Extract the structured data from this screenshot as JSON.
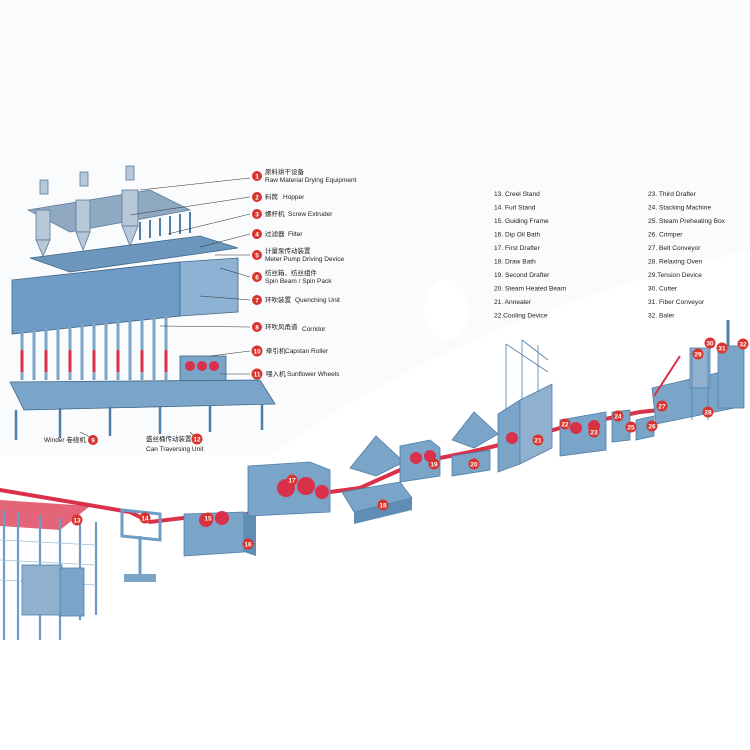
{
  "colors": {
    "machine_blue": "#7aa5c9",
    "machine_blue_dark": "#4f7ea8",
    "machine_blue_light": "#a9c7df",
    "tow_red": "#d9314a",
    "badge_red": "#d8332e",
    "inset_bg": "#ffffff",
    "curve_fill": "#eef3f8"
  },
  "callouts_top": [
    {
      "num": "1",
      "zh": "原料烘干设备",
      "en": "Raw Material Drying Equipment"
    },
    {
      "num": "2",
      "zh": "料筒",
      "en": "Hopper"
    },
    {
      "num": "3",
      "zh": "螺杆机",
      "en": "Screw Extruder"
    },
    {
      "num": "4",
      "zh": "过滤器",
      "en": "Filter"
    },
    {
      "num": "5",
      "zh": "计量泵传动装置",
      "en": "Meter Pump Driving Device"
    },
    {
      "num": "6",
      "zh": "纺丝箱、纺丝组件",
      "en": "Spin Beam / Spin Pack"
    },
    {
      "num": "7",
      "zh": "环吹装置",
      "en": "Quenching Unit"
    },
    {
      "num": "8",
      "zh": "环吹风甬道",
      "en": "Corridor"
    },
    {
      "num": "10",
      "zh": "牵引机",
      "en": "Capstan Roller"
    },
    {
      "num": "11",
      "zh": "喂入机",
      "en": "Sunflower Wheels"
    }
  ],
  "callouts_bottom": [
    {
      "num": "9",
      "label": "Winder 卷绕机"
    },
    {
      "num": "12",
      "zh": "盛丝桶传动装置",
      "en": "Can Traversing Unit"
    }
  ],
  "legend_col1": [
    "13. Creel Stand",
    "14. Furl Stand",
    "15. Guiding Frame",
    "16. Dip Oil Bath",
    "17. First Drafter",
    "18. Draw Bath",
    "19. Second Drafter",
    "20. Steam Heated Beam",
    "21. Annealer",
    "22.Cooling Device"
  ],
  "legend_col2": [
    "23. Third Drafter",
    "24. Stacking Machine",
    "25. Steam Preheating Box",
    "26. Crimper",
    "27. Belt Conveyor",
    "28. Relaxing Oven",
    "29.Tension Device",
    "30. Cutter",
    "31. Fiber Conveyor",
    "32. Baler"
  ],
  "line_badges": [
    "13",
    "14",
    "15",
    "16",
    "17",
    "18",
    "19",
    "20",
    "21",
    "22",
    "23",
    "24",
    "25",
    "26",
    "27",
    "28",
    "29",
    "30",
    "31",
    "32"
  ]
}
